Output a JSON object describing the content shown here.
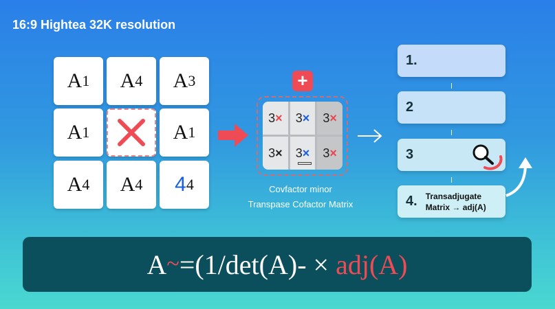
{
  "title": "16:9 Hightea 32K resolution",
  "matrix": [
    {
      "base": "A",
      "sub": "1"
    },
    {
      "base": "A",
      "sub": "4"
    },
    {
      "base": "A",
      "sub": "3"
    },
    {
      "base": "A",
      "sub": "1"
    },
    {
      "base": "",
      "sub": ""
    },
    {
      "base": "A",
      "sub": "1"
    },
    {
      "base": "A",
      "sub": "4"
    },
    {
      "base": "A",
      "sub": "4"
    },
    {
      "base": "4",
      "sub": "4"
    }
  ],
  "plus_label": "+",
  "cofactor_cells": [
    {
      "n": "3",
      "x": "×"
    },
    {
      "n": "3",
      "x": "×"
    },
    {
      "n": "3",
      "x": "×"
    },
    {
      "n": "3",
      "x": "×"
    },
    {
      "n": "3",
      "x": "×"
    },
    {
      "n": "3",
      "x": "×"
    }
  ],
  "caption": {
    "line1": "Covfactor minor",
    "line2": "Transpase Cofactor Matrix"
  },
  "steps": [
    {
      "num": "1."
    },
    {
      "num": "2"
    },
    {
      "num": "3"
    },
    {
      "num": "4.",
      "text1": "Transadjugate",
      "text2": "Matrix → adj(A)"
    }
  ],
  "formula": {
    "lhs": "A",
    "tilde": "~",
    "mid": "=(1/det(A)- × ",
    "rhs": "adj(A)"
  },
  "colors": {
    "accent_red": "#ef4b55",
    "formula_bg": "#0c4f5c",
    "blue": "#1a5fe0"
  }
}
